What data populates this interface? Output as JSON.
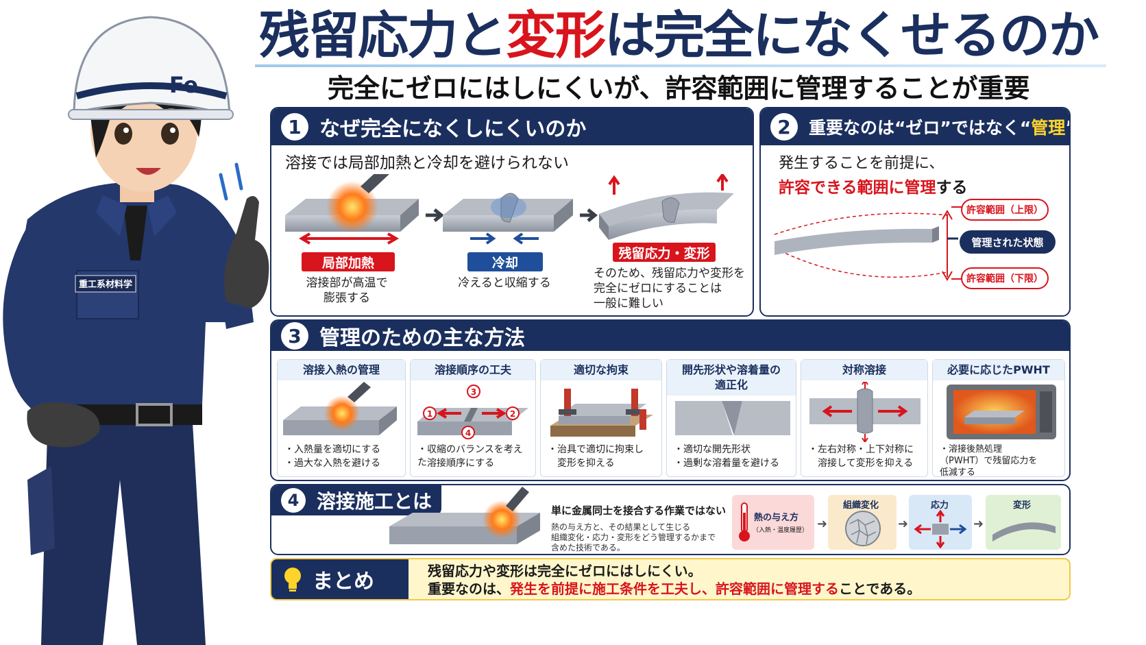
{
  "title": {
    "part1": "残留応力と",
    "part2": "変形",
    "part3": "は完全になくせるのか"
  },
  "subtitle": "完全にゼロにはしにくいが、許容範囲に管理することが重要",
  "character": {
    "helmet_text": "Fe",
    "badge_text": "重工系材料学"
  },
  "section1": {
    "number": "1",
    "heading": "なぜ完全になくしにくいのか",
    "lead": "溶接では局部加熱と冷却を避けられない",
    "steps": [
      {
        "tag": "局部加熱",
        "tag_color": "#d8141c",
        "caption_1": "溶接部が高温で",
        "caption_2": "膨張する"
      },
      {
        "tag": "冷却",
        "tag_color": "#1f4f9a",
        "caption_1": "冷えると収縮する",
        "caption_2": ""
      },
      {
        "tag": "残留応力・変形",
        "tag_color": "#d8141c",
        "caption_1": "そのため、残留応力や変形を",
        "caption_2": "完全にゼロにすることは",
        "caption_3": "一般に難しい"
      }
    ]
  },
  "section2": {
    "number": "2",
    "heading_pre": "重要なのは“ゼロ”ではなく“",
    "heading_hl": "管理",
    "heading_post": "”",
    "line1": "発生することを前提に、",
    "line2_red": "許容できる範囲に管理",
    "line2_tail": "する",
    "upper_label": "許容範囲（上限）",
    "managed_label": "管理された状態",
    "lower_label": "許容範囲（下限）"
  },
  "section3": {
    "number": "3",
    "heading": "管理のための主な方法",
    "methods": [
      {
        "title": "溶接入熱の管理",
        "line1": "・入熱量を適切にする",
        "line2": "・過大な入熱を避ける"
      },
      {
        "title": "溶接順序の工夫",
        "line1": "・収縮のバランスを考えた",
        "line2": "　溶接順序にする",
        "n1": "1",
        "n2": "2",
        "n3": "3",
        "n4": "4"
      },
      {
        "title": "適切な拘束",
        "line1": "・治具で適切に拘束し",
        "line2": "　変形を抑える"
      },
      {
        "title1": "開先形状や溶着量の",
        "title2": "適正化",
        "line1": "・適切な開先形状",
        "line2": "・過剰な溶着量を避ける"
      },
      {
        "title": "対称溶接",
        "line1": "・左右対称・上下対称に",
        "line2": "　溶接して変形を抑える"
      },
      {
        "title": "必要に応じたPWHT",
        "line1": "・溶接後熱処理",
        "line2": "（PWHT）で残留応力を",
        "line3": "低減する"
      }
    ]
  },
  "section4": {
    "number": "4",
    "heading": "溶接施工とは",
    "lead": "単に金属同士を接合する作業ではない",
    "body1": "熱の与え方と、その結果として生じる",
    "body2": "組織変化・応力・変形をどう管理するかまで",
    "body3": "含めた技術である。",
    "box1_title": "熱の与え方",
    "box1_sub": "（入熱・温度履歴）",
    "box2_title": "組織変化",
    "box3_title": "応力",
    "box4_title": "変形"
  },
  "summary": {
    "label": "まとめ",
    "line1": "残留応力や変形は完全にゼロにはしにくい。",
    "line2_a": "重要なのは、",
    "line2_b": "発生を前提に施工条件を工夫し、許容範囲に管理する",
    "line2_c": "ことである。"
  }
}
